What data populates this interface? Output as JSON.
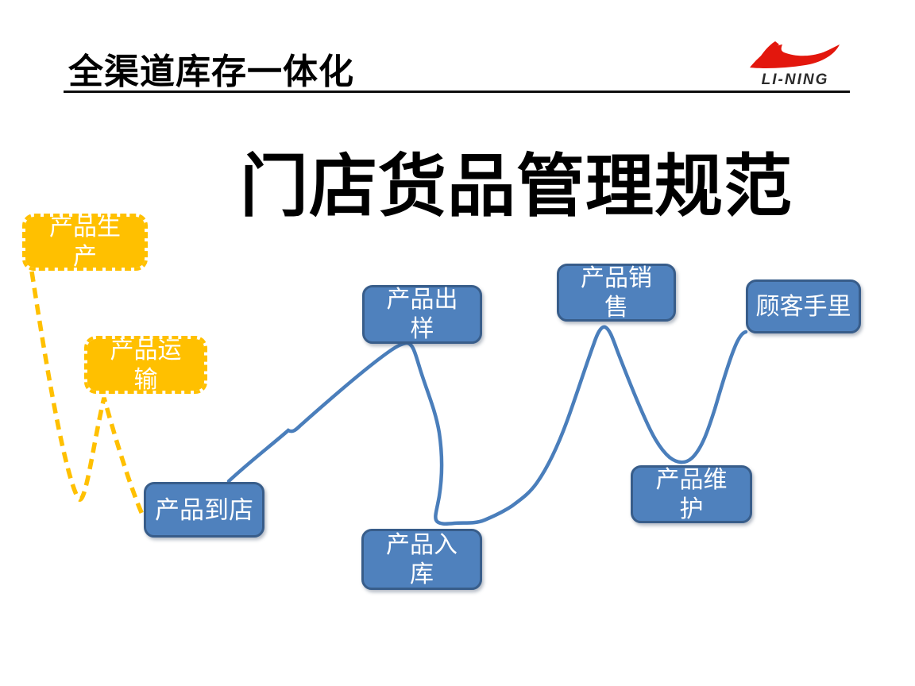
{
  "slide": {
    "header": {
      "title": "全渠道库存一体化",
      "logo": {
        "brand": "LI-NING",
        "icon": "lining-swoosh-icon",
        "red": "#e3170d",
        "text_color": "#2b2b2b"
      }
    },
    "main_title": "门店货品管理规范",
    "diagram": {
      "nodes": [
        {
          "id": "production",
          "label": "产品生产",
          "line1": "产品生",
          "line2": "产",
          "style": "yellow-dashed"
        },
        {
          "id": "transport",
          "label": "产品运输",
          "line1": "产品运",
          "line2": "输",
          "style": "yellow-dashed"
        },
        {
          "id": "arrive-store",
          "label": "产品到店",
          "line1": "产品到店",
          "style": "blue"
        },
        {
          "id": "display-sample",
          "label": "产品出样",
          "line1": "产品出",
          "line2": "样",
          "style": "blue"
        },
        {
          "id": "warehouse-in",
          "label": "产品入库",
          "line1": "产品入",
          "line2": "库",
          "style": "blue"
        },
        {
          "id": "sales",
          "label": "产品销售",
          "line1": "产品销",
          "line2": "售",
          "style": "blue"
        },
        {
          "id": "maintenance",
          "label": "产品维护",
          "line1": "产品维",
          "line2": "护",
          "style": "blue"
        },
        {
          "id": "customer-hands",
          "label": "顾客手里",
          "line1": "顾客手里",
          "style": "blue"
        }
      ],
      "colors": {
        "node_blue_fill": "#4f81bd",
        "node_blue_border": "#385d8a",
        "node_yellow": "#ffc000",
        "curve_blue": "#4a7ebb",
        "curve_yellow": "#ffc000",
        "node_text": "#ffffff"
      }
    }
  }
}
